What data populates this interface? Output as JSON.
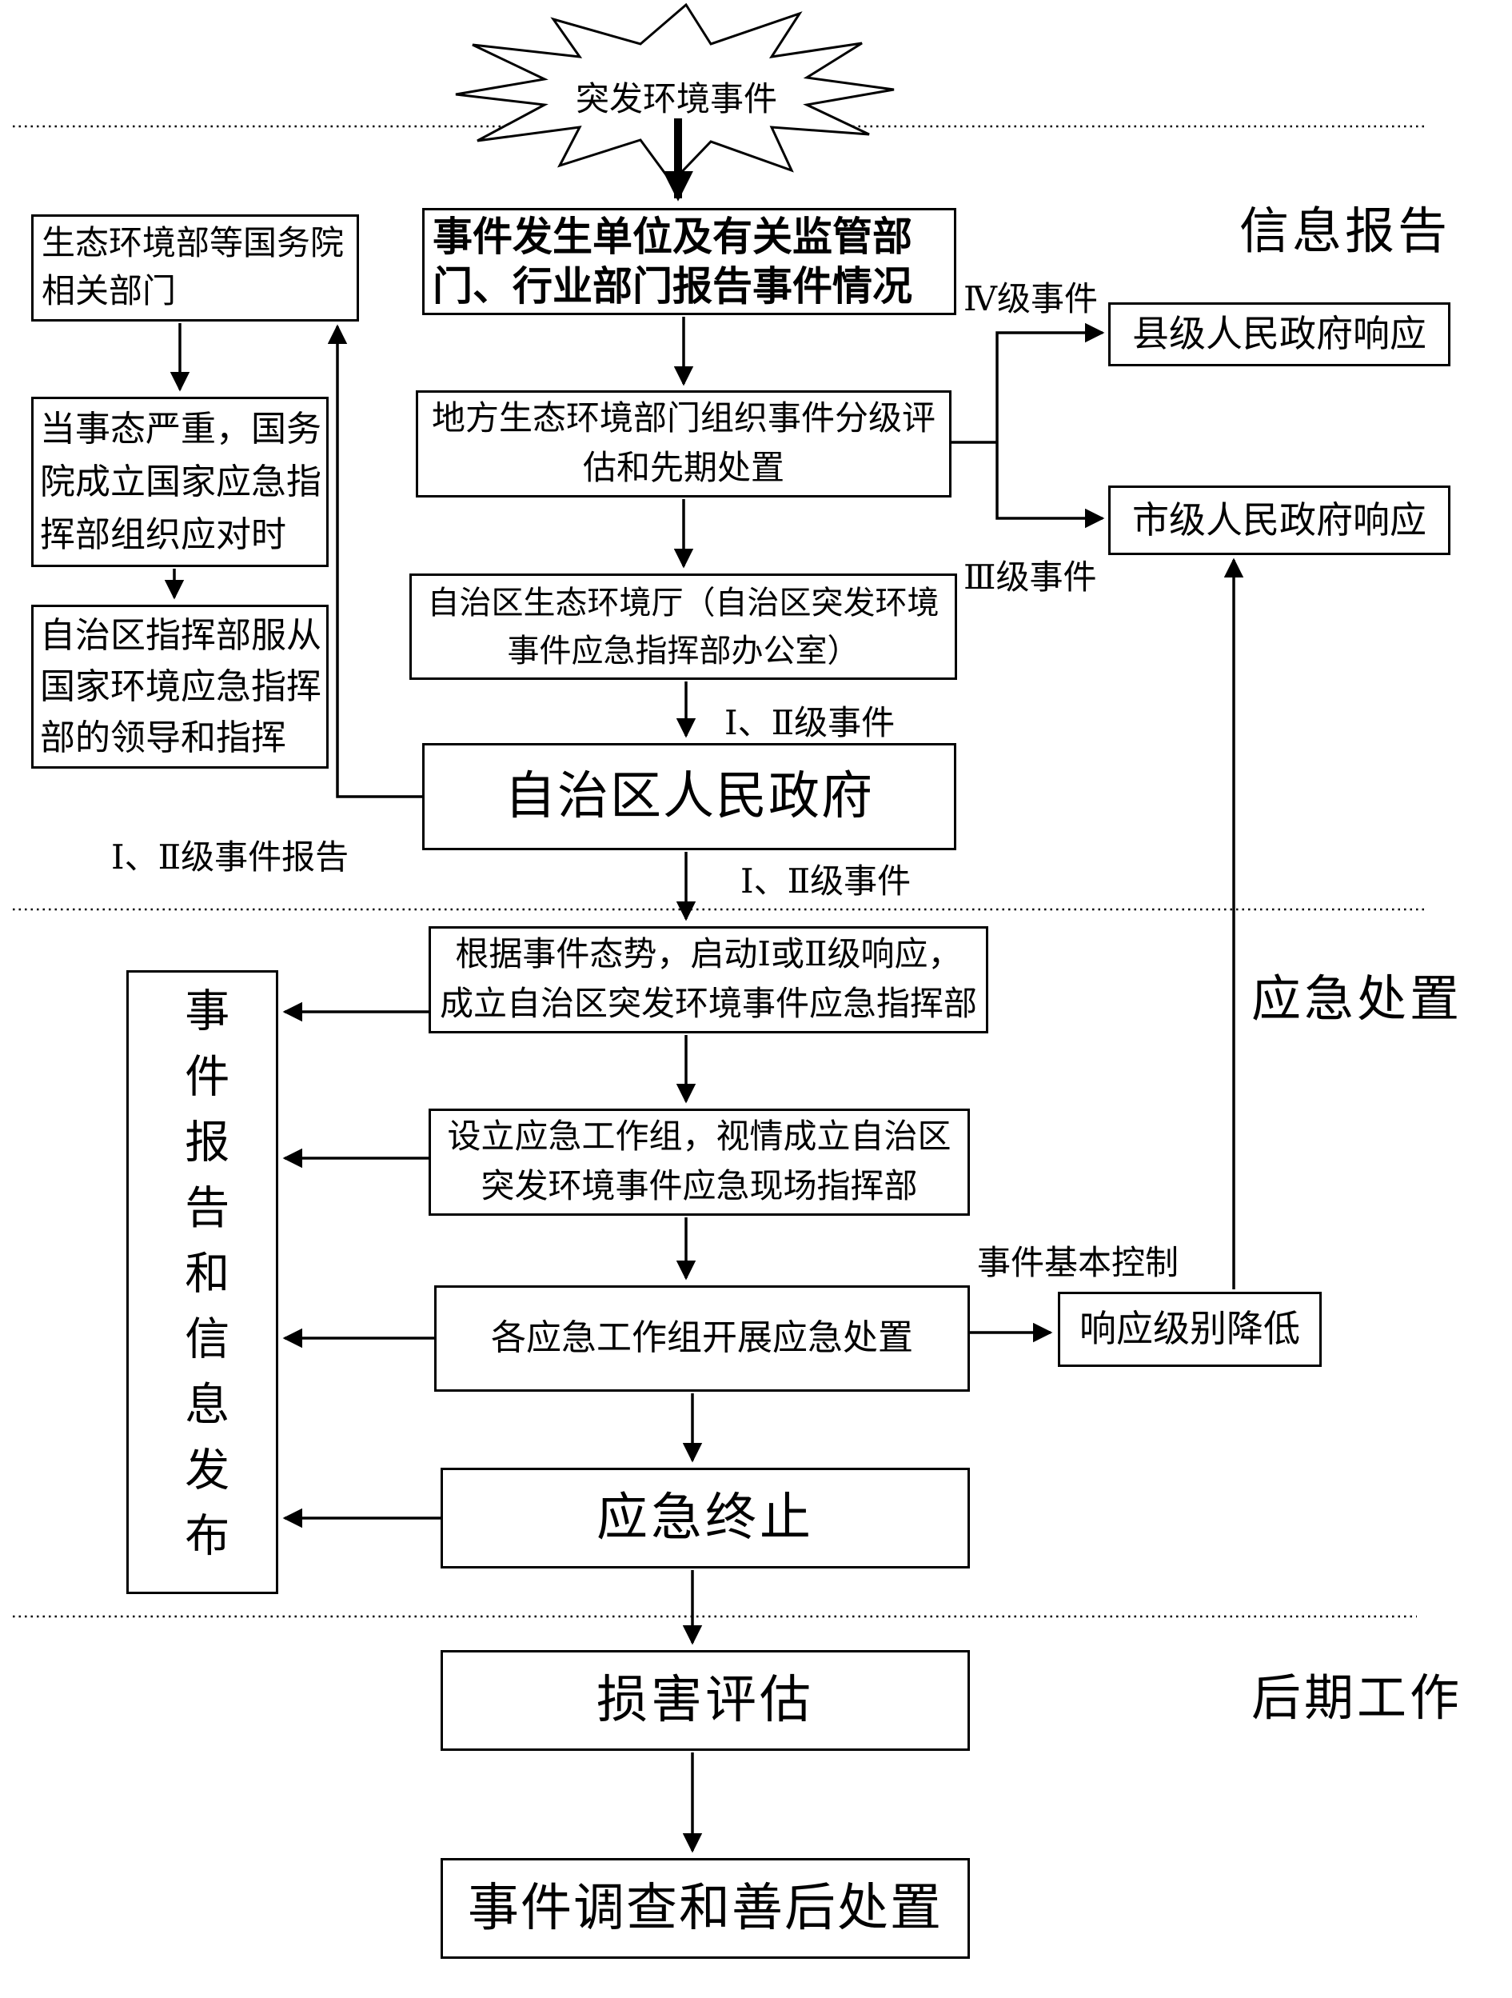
{
  "sections": {
    "info_report": "信息报告",
    "emergency_response": "应急处置",
    "post_work": "后期工作"
  },
  "start": {
    "label": "突发环境事件"
  },
  "boxes": {
    "report_unit": "事件发生单位及有关监管部\n门、行业部门报告事件情况",
    "ministry": "生态环境部等国务院\n相关部门",
    "state_command": "当事态严重，国务\n院成立国家应急指\n挥部组织应对时",
    "region_obey": "自治区指挥部服从\n国家环境应急指挥\n部的领导和指挥",
    "local_assess": "地方生态环境部门组织事件分级评\n估和先期处置",
    "county_gov": "县级人民政府响应",
    "city_gov": "市级人民政府响应",
    "region_dept": "自治区生态环境厅（自治区突发环境\n事件应急指挥部办公室）",
    "region_gov": "自治区人民政府",
    "launch_response": "根据事件态势，启动Ⅰ或Ⅱ级响应，\n成立自治区突发环境事件应急指挥部",
    "report_publish": "事件报告和信息发布",
    "work_group": "设立应急工作组，视情成立自治区\n突发环境事件应急现场指挥部",
    "group_action": "各应急工作组开展应急处置",
    "lower_level": "响应级别降低",
    "terminate": "应急终止",
    "damage_assess": "损害评估",
    "investigation": "事件调查和善后处置"
  },
  "labels": {
    "level4": "Ⅳ级事件",
    "level3": "Ⅲ级事件",
    "level12": "Ⅰ、Ⅱ级事件",
    "level12_report": "Ⅰ、Ⅱ级事件报告",
    "level12_down": "Ⅰ、Ⅱ级事件",
    "basic_control": "事件基本控制"
  }
}
